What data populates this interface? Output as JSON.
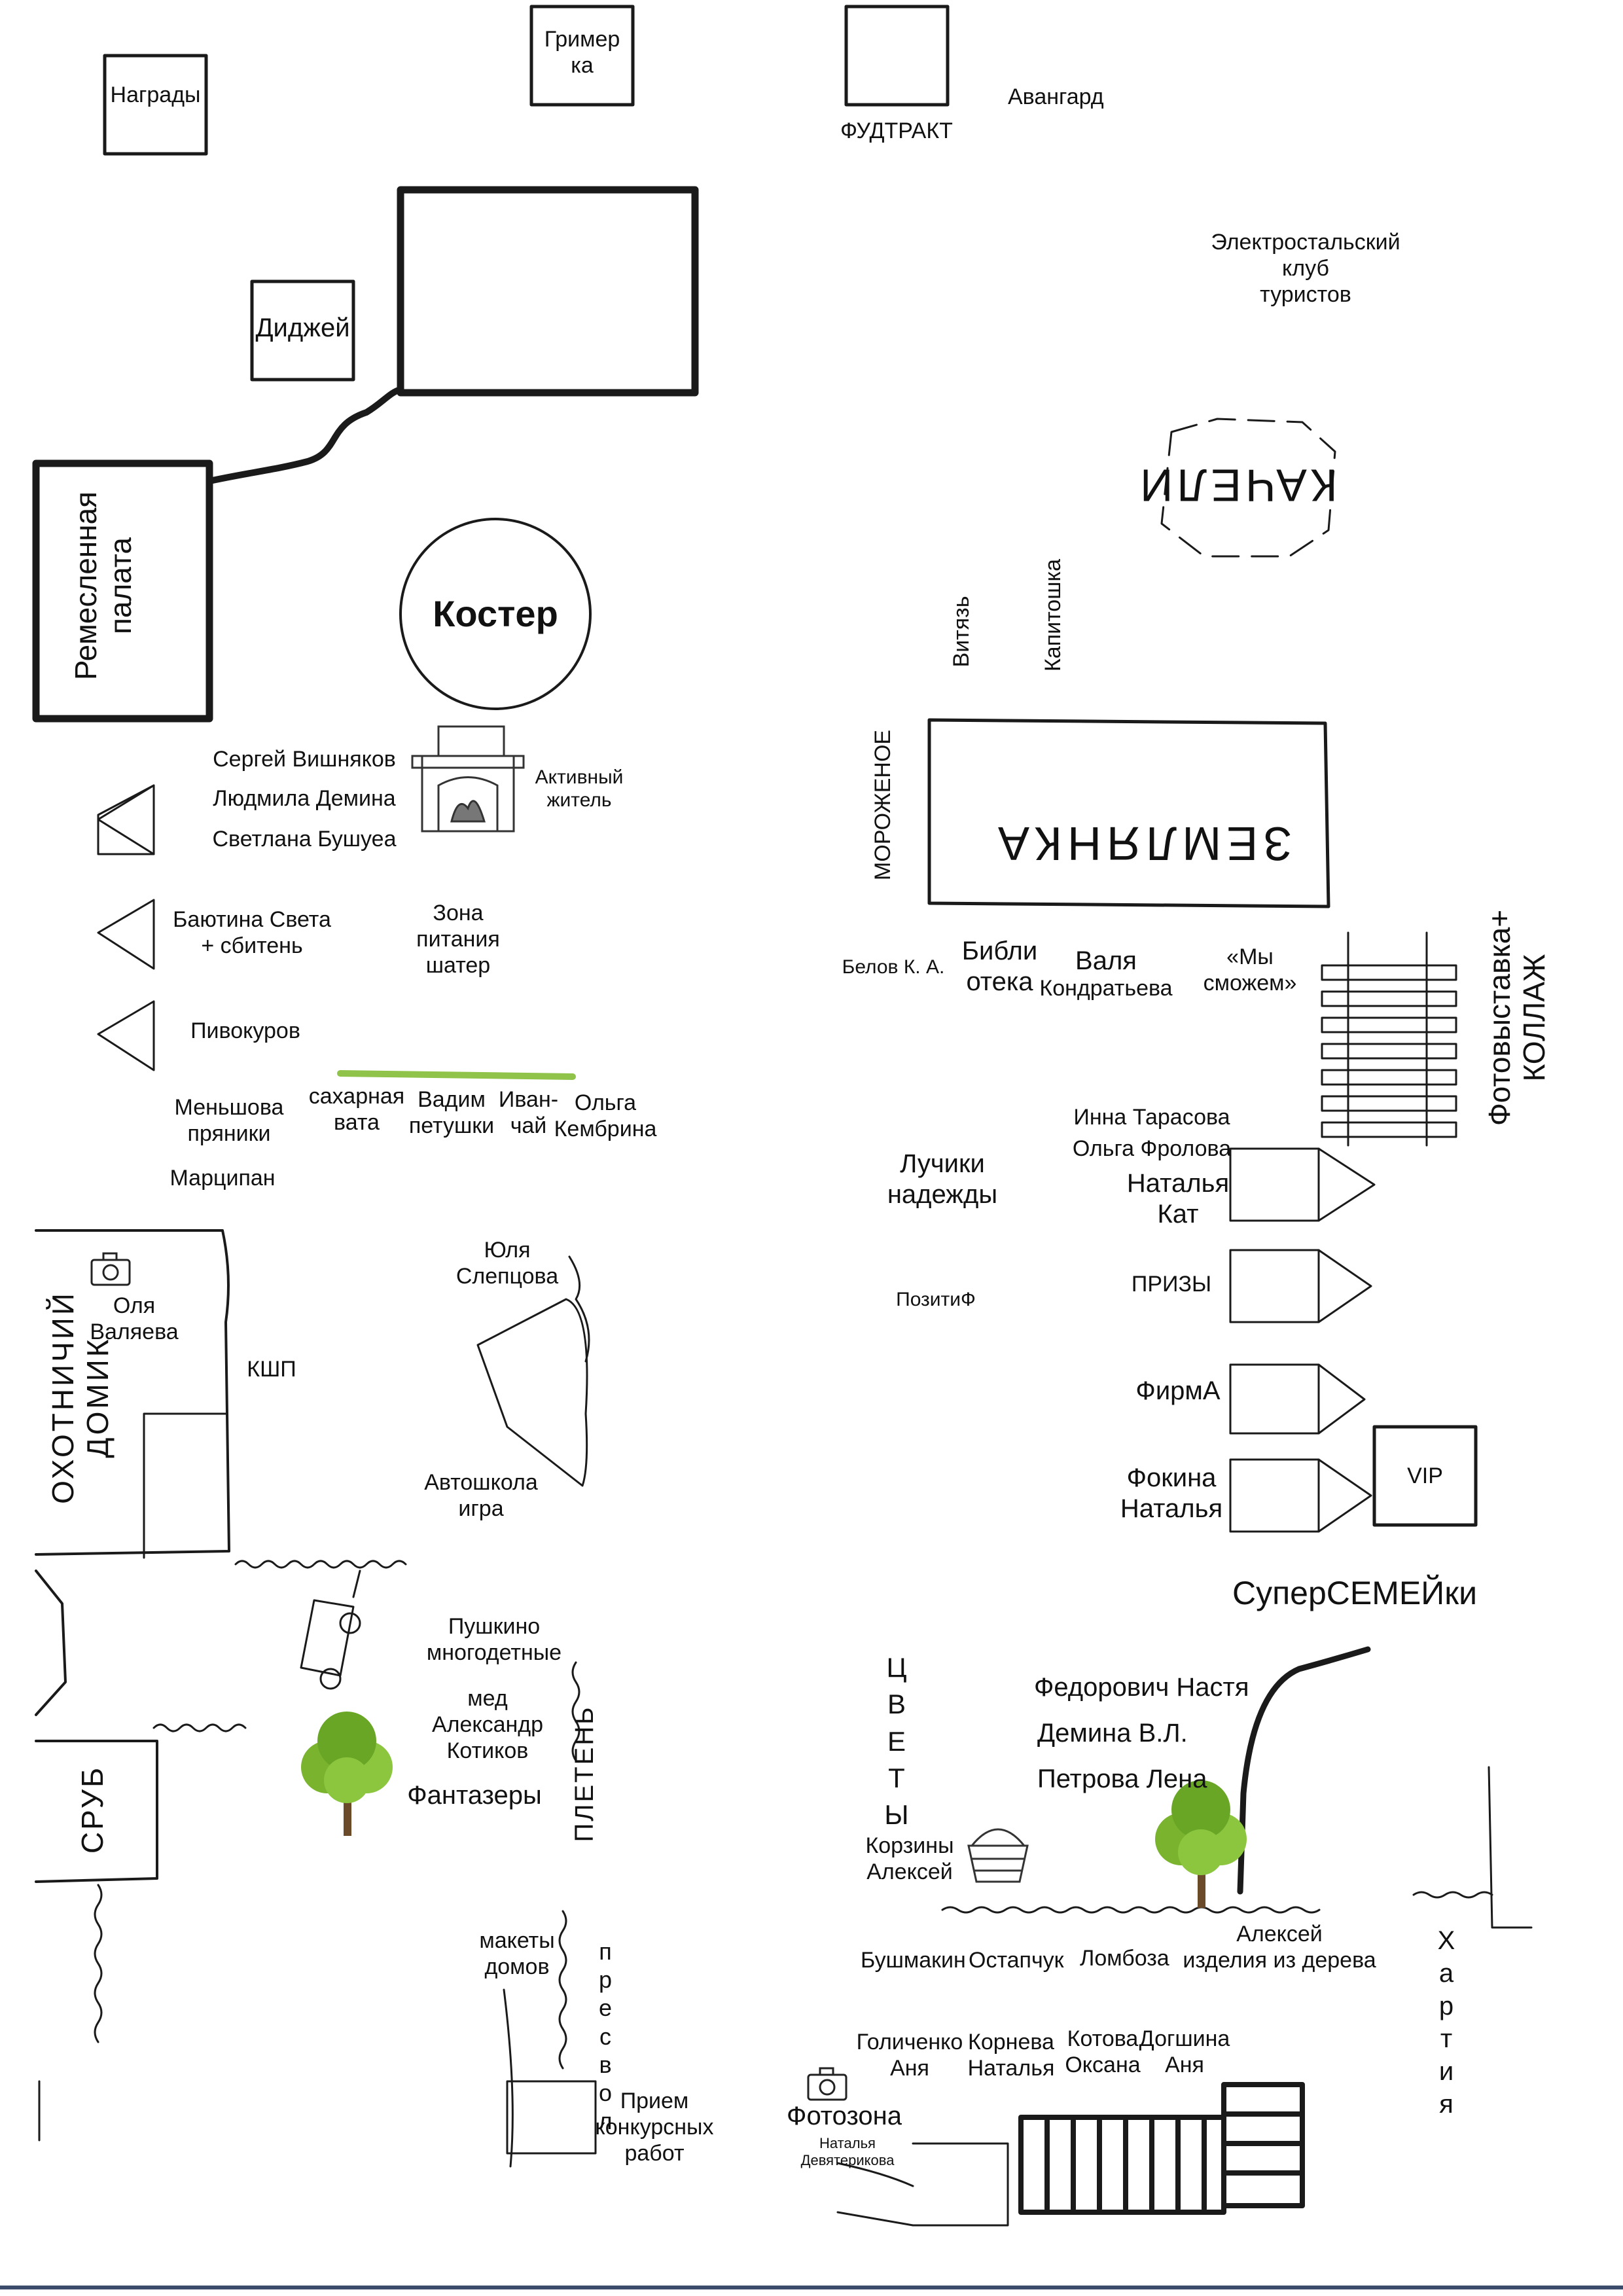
{
  "top": {
    "awards": "Награды",
    "makeup": "Гример\nка",
    "food_tract": "ФУДТРАКТ",
    "avangard": "Авангард",
    "tourist_club": "Электростальский\nклуб\nтуристов",
    "dj": "Диджей"
  },
  "left": {
    "craft_chamber": "Ремесленная\nпалата",
    "bonfire": "Костер",
    "stall1_names": [
      "Сергей Вишняков",
      "Людмила Демина",
      "Светлана Бушуеа"
    ],
    "active_resident": "Активный\nжитель",
    "stall2": "Баютина Света\n+ сбитень",
    "food_tent": "Зона\nпитания\nшатер",
    "pivokurov": "Пивокуров",
    "menshova": "Меньшова\nпряники",
    "cotton_candy": "сахарная\nвата",
    "vadim": "Вадим\nпетушки",
    "ivan_tea": "Иван-\nчай",
    "olga_kembrina": "Ольга\nКембрина",
    "marzipan": "Марципан",
    "hunter_house": "ОХОТНИЧИЙ\nДОМИК",
    "olya": "Оля\nВаляева",
    "kshp": "КШП",
    "yulia": "Юля\nСлепцова",
    "driving_school": "Автошкола\nигра",
    "pushkino": "Пушкино\nмногодетные",
    "honey": "мед\nАлександр\nКотиков",
    "dreamers": "Фантазеры",
    "wattle": "ПЛЕТЕНЬ",
    "log_house": "СРУБ",
    "house_models": "макеты\nдомов",
    "pressed": [
      "п",
      "р",
      "е",
      "с",
      "в",
      "о",
      "л"
    ],
    "contest": "Прием\nконкурсных\nработ"
  },
  "right": {
    "swings": "КАЧЕЛИ",
    "vityaz": "Витязь",
    "kapitoshka": "Капитошка",
    "ice_cream": "МОРОЖЕНОЕ",
    "dugout": "ЗЕМЛЯНКА",
    "belov": "Белов К. А.",
    "library": "Библи\nотека",
    "valya": "Валя",
    "kondratieva": "Кондратьева",
    "we_can": "«Мы\nсможем»",
    "photo_exhibit": "Фотовыставка+\nКОЛЛАЖ",
    "inna": "Инна Тарасова",
    "olga_frolova": "Ольга Фролова",
    "luchiki": "Лучики\nнадежды",
    "natalia_kat": "Наталья\nКат",
    "pozitif": "ПозитиФ",
    "prizes": "ПРИЗЫ",
    "firma": "ФирмА",
    "fokina": "Фокина\nНаталья",
    "vip": "VIP",
    "super_families": "СуперСЕМЕЙки",
    "flowers": [
      "Ц",
      "В",
      "Е",
      "Т",
      "Ы"
    ],
    "fedorovich": "Федорович Настя",
    "demina_vl": "Демина В.Л.",
    "petrova": "Петрова Лена",
    "baskets": "Корзины\nАлексей",
    "alexey_wood": "Алексей\nизделия из дерева",
    "bushmakin": "Бушмакин",
    "ostapchuk": "Остапчук",
    "lomboza": "Ломбоза",
    "hartia": [
      "Х",
      "а",
      "р",
      "т",
      "и",
      "я"
    ],
    "golichenko": "Голиченко\nАня",
    "korneva": "Корнева\nНаталья",
    "kotova": "Котова\nОксана",
    "dogshina": "Догшина\nАня",
    "photozone": "Фотозона",
    "photozone_author": "Наталья\nДевятерикова"
  }
}
